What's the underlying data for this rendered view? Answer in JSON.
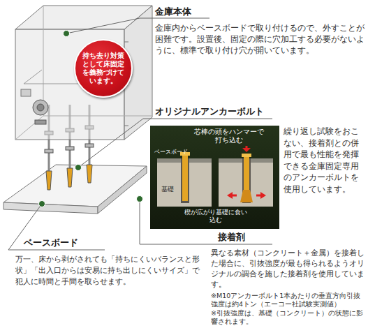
{
  "diagram": {
    "nodes": [
      {
        "text": [
          "持ち去り対策として床固定を義務づけています。"
        ]
      },
      {
        "text": [
          "芯棒の頭をハンマーで打ち込む",
          "ベースボード",
          "基礎",
          "楔が広がり基礎に食い込む"
        ]
      }
    ],
    "labels": [
      "金庫本体",
      "金庫内からベースボードで取り付けるので、外すことが困難です。設置後、固定の際に穴加工する必要がないように、標準で取り付け穴が開いています。",
      "オリジナルアンカーボルト",
      "繰り返し試験をおこない、接着剤との併用で最も性能を発揮できる金庫固定専用のアンカーボルトを使用しています。",
      "接着剤",
      "異なる素材（コンクリート＋金属）を接着した場合に、引抜強度が最も得られるようオリジナルの調合を施した接着剤を使用しています。",
      "※M10アンカーボルト1本あたりの垂直方向引抜強度は約4トン（エーコー社試験実測値）",
      "※引抜強度は、基礎（コンクリート）の状態に影響されます。",
      "ベースボード",
      "万一、床から剥がされても「持ちにくいバランスと形状」「出入口からは安易に持ち出しにくいサイズ」で犯人に時間と手間を取らせます。"
    ]
  }
}
